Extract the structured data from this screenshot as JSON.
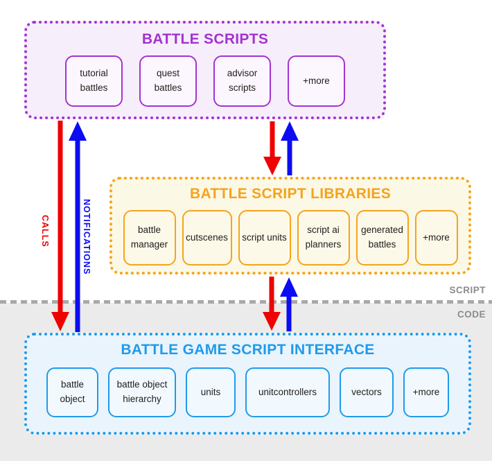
{
  "layers": {
    "script_label": "SCRIPT",
    "code_label": "CODE",
    "divider_color": "#a8a8a8",
    "code_background": "#ebebeb"
  },
  "arrows": {
    "calls_label": "CALLS",
    "notifications_label": "NOTIFICATIONS",
    "calls_color": "#ee0202",
    "notifications_color": "#0c0cf2"
  },
  "groups": [
    {
      "title": "BATTLE SCRIPTS",
      "accent": "#a233d1",
      "background": "#f7eefb",
      "items": [
        "tutorial battles",
        "quest battles",
        "advisor scripts",
        "+more"
      ]
    },
    {
      "title": "BATTLE SCRIPT LIBRARIES",
      "accent": "#f5a31c",
      "background": "#fcf8e6",
      "items": [
        "battle manager",
        "cutscenes",
        "script units",
        "script ai planners",
        "generated battles",
        "+more"
      ]
    },
    {
      "title": "BATTLE GAME SCRIPT INTERFACE",
      "accent": "#1e9beb",
      "background": "#eaf4fc",
      "items": [
        "battle object",
        "battle object hierarchy",
        "units",
        "unitcontrollers",
        "vectors",
        "+more"
      ]
    }
  ]
}
